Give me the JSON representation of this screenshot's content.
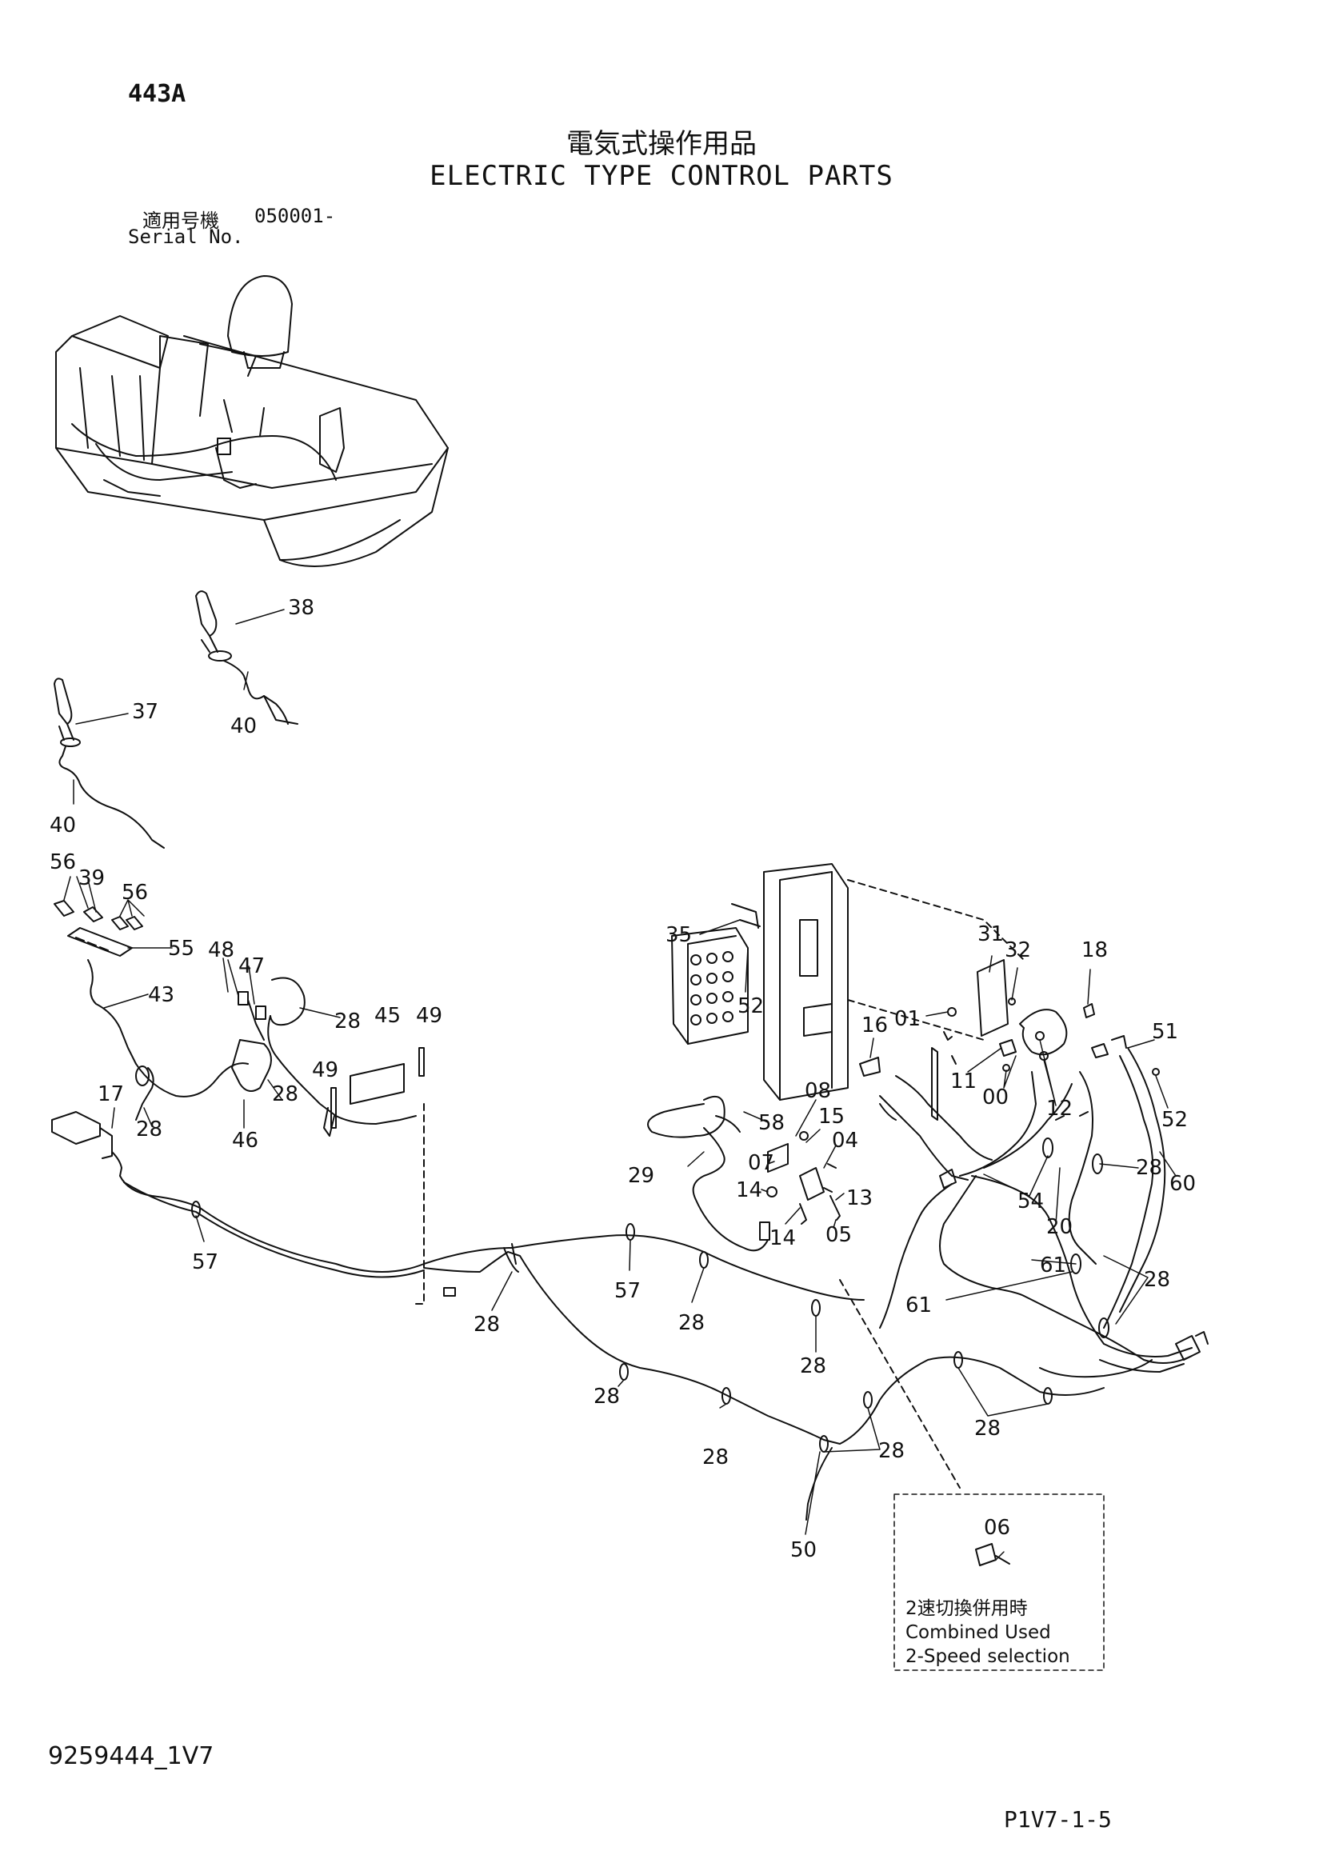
{
  "header": {
    "section_code": "443A",
    "title_jp": "電気式操作用品",
    "title_en": "ELECTRIC TYPE CONTROL PARTS",
    "serial_label_jp": "適用号機",
    "serial_value": "050001-",
    "serial_label_en": "Serial No."
  },
  "callouts": [
    "38",
    "37",
    "40",
    "40",
    "56",
    "39",
    "56",
    "55",
    "43",
    "48",
    "47",
    "28",
    "45",
    "49",
    "49",
    "28",
    "28",
    "46",
    "17",
    "57",
    "28",
    "57",
    "28",
    "28",
    "28",
    "28",
    "28",
    "50",
    "35",
    "52",
    "58",
    "29",
    "08",
    "15",
    "04",
    "07",
    "14",
    "13",
    "14",
    "05",
    "16",
    "01",
    "31",
    "32",
    "18",
    "11",
    "00",
    "12",
    "51",
    "52",
    "28",
    "60",
    "54",
    "20",
    "61",
    "61",
    "28",
    "28",
    "06"
  ],
  "inset_note": {
    "jp": "2速切換併用時",
    "en_1": "Combined Used",
    "en_2": "2-Speed selection"
  },
  "footer": {
    "doc_code": "9259444_1V7",
    "page_code": "P1V7-1-5"
  }
}
